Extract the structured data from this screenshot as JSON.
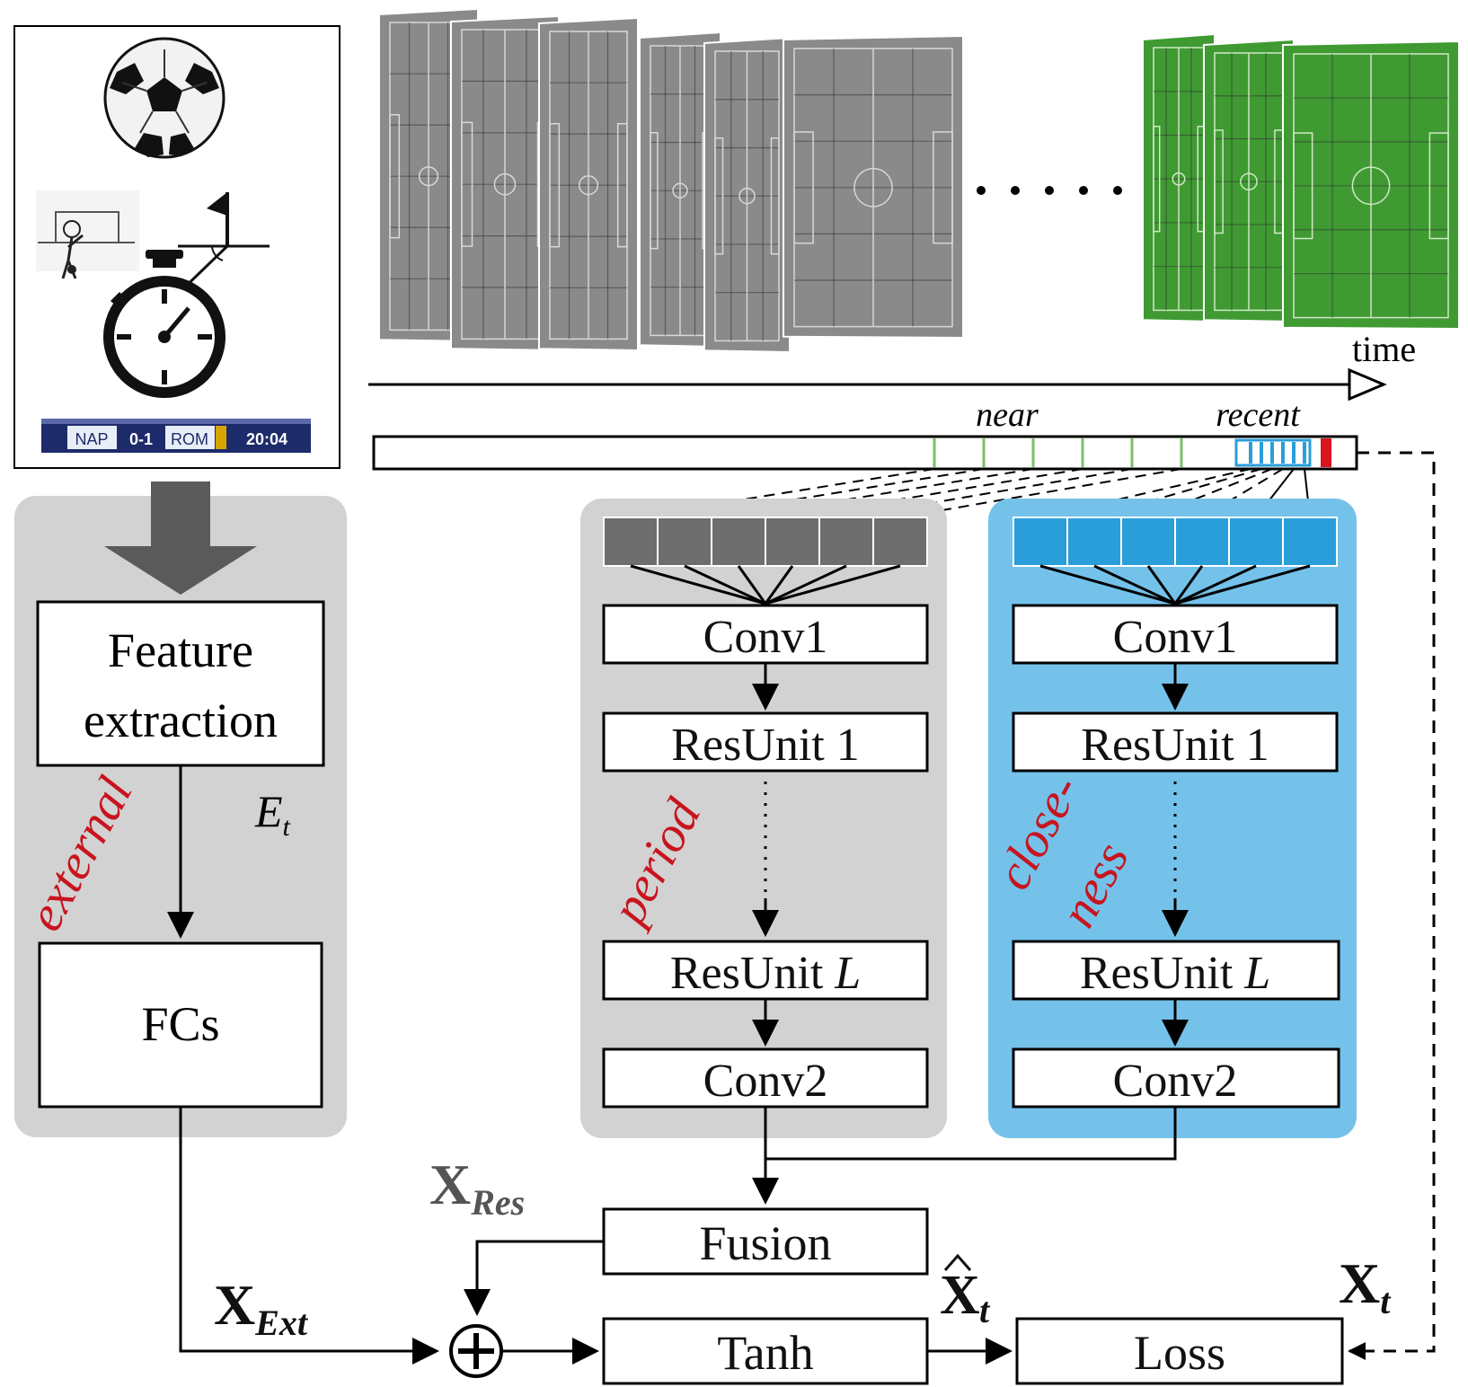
{
  "external_panel": {
    "score": {
      "team1": "NAP",
      "score": "0-1",
      "team2": "ROM",
      "clock": "20:04"
    },
    "feature_box": {
      "line1": "Feature",
      "line2": "extraction"
    },
    "e_label": "E",
    "e_sub": "t",
    "branch_label": "external",
    "fcs_label": "FCs"
  },
  "timeline": {
    "time_label": "time",
    "near_label": "near",
    "recent_label": "recent"
  },
  "period_branch": {
    "label": "period",
    "conv1": "Conv1",
    "res1": "ResUnit 1",
    "resL_text": "ResUnit ",
    "resL_var": "L",
    "conv2": "Conv2"
  },
  "closeness_branch": {
    "label_line1": "close-",
    "label_line2": "ness",
    "conv1": "Conv1",
    "res1": "ResUnit 1",
    "resL_text": "ResUnit ",
    "resL_var": "L",
    "conv2": "Conv2"
  },
  "bottom": {
    "fusion": "Fusion",
    "tanh": "Tanh",
    "loss": "Loss",
    "x_res_main": "X",
    "x_res_sub": "Res",
    "x_ext_main": "X",
    "x_ext_sub": "Ext",
    "x_hat_main": "X",
    "x_hat_sub": "t",
    "x_t_main": "X",
    "x_t_sub": "t",
    "plus_symbol": "+"
  },
  "colors": {
    "panel_gray": "#d2d2d2",
    "panel_blue": "#74c2ea",
    "cell_dark": "#6e6e6e",
    "cell_blue": "#2a9ed8",
    "field_gray": "#8a8a8a",
    "field_green": "#3f9a32",
    "branch_red": "#c8141e",
    "near_green": "#7bbf6a"
  }
}
